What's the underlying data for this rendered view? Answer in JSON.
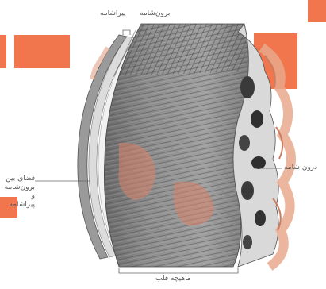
{
  "labels": {
    "epicardium": "برون‌شامه",
    "pericardium": "پیراشامه",
    "endocardium": "درون شامه",
    "myocardium": "ماهیچه قلب",
    "pericardial_space": [
      "فضای بین",
      "برون‌شامه و",
      "پیراشامه"
    ]
  },
  "colors": {
    "watermark": "#f06a3e",
    "muscle_dark": "#5a5a5a",
    "muscle_light": "#b8b8b8",
    "endocardium_tissue": "#e8a98c",
    "label_text": "#555555"
  }
}
